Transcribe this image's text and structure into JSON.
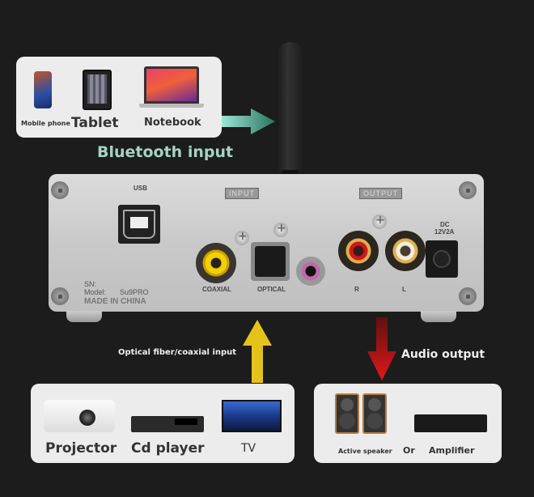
{
  "bluetooth_sources": {
    "items": [
      {
        "label": "Mobile phone"
      },
      {
        "label": "Tablet"
      },
      {
        "label": "Notebook"
      }
    ],
    "caption": "Bluetooth input"
  },
  "device": {
    "tags": {
      "input": "INPUT",
      "output": "OUTPUT"
    },
    "ports": {
      "usb": "USB",
      "coaxial": "COAXIAL",
      "optical": "OPTICAL",
      "right": "R",
      "left": "L",
      "dc_line1": "DC",
      "dc_line2": "12V2A"
    },
    "sn_label": "SN:",
    "model_label": "Model:",
    "model_value": "Su9PRO",
    "origin": "MADE IN CHINA"
  },
  "arrows": {
    "input_caption": "Optical fiber/coaxial input",
    "output_caption": "Audio output",
    "colors": {
      "bluetooth": "#3a8f7a",
      "input": "#e5c21a",
      "output": "#e01818"
    }
  },
  "input_sources": {
    "items": [
      {
        "label": "Projector"
      },
      {
        "label": "Cd player"
      },
      {
        "label": "TV"
      }
    ]
  },
  "output_targets": {
    "items": [
      {
        "label": "Active speaker"
      },
      {
        "label": "Amplifier"
      }
    ],
    "separator": "Or"
  }
}
